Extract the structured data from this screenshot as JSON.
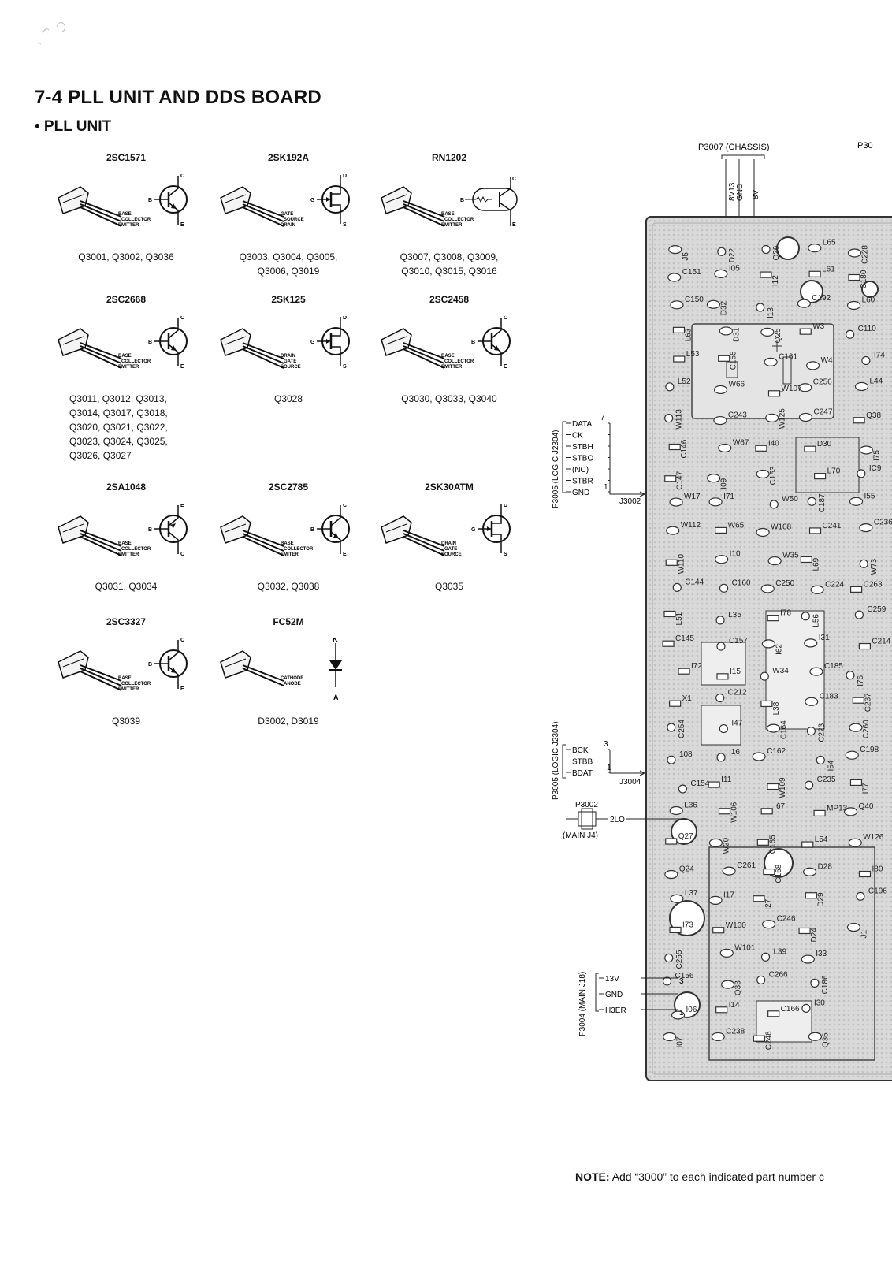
{
  "title": "7-4 PLL UNIT AND DDS BOARD",
  "subtitle": "• PLL UNIT",
  "parts": [
    {
      "name": "2SC1571",
      "type": "npn",
      "leads": [
        "BASE",
        "COLLECTOR",
        "EMITTER"
      ],
      "pins": [
        "C",
        "B",
        "E"
      ],
      "refs": [
        "Q3001, Q3002, Q3036"
      ]
    },
    {
      "name": "2SK192A",
      "type": "jfet",
      "leads": [
        "GATE",
        "SOURCE",
        "DRAIN"
      ],
      "pins": [
        "D",
        "G",
        "S"
      ],
      "refs": [
        "Q3003, Q3004, Q3005,",
        "Q3006, Q3019"
      ]
    },
    {
      "name": "RN1202",
      "type": "digital",
      "leads": [
        "BASE",
        "COLLECTOR",
        "EMITTER"
      ],
      "pins": [
        "C",
        "B",
        "E"
      ],
      "refs": [
        "Q3007, Q3008, Q3009,",
        "Q3010, Q3015, Q3016"
      ]
    },
    {
      "name": "2SC2668",
      "type": "npn",
      "leads": [
        "BASE",
        "COLLECTOR",
        "EMITTER"
      ],
      "pins": [
        "C",
        "B",
        "E"
      ],
      "refs": [
        "Q3011, Q3012, Q3013,",
        "Q3014, Q3017, Q3018,",
        "Q3020, Q3021, Q3022,",
        "Q3023, Q3024, Q3025,",
        "Q3026, Q3027"
      ]
    },
    {
      "name": "2SK125",
      "type": "jfet",
      "leads": [
        "DRAIN",
        "GATE",
        "SOURCE"
      ],
      "pins": [
        "D",
        "G",
        "S"
      ],
      "refs": [
        "Q3028"
      ]
    },
    {
      "name": "2SC2458",
      "type": "npn",
      "leads": [
        "BASE",
        "COLLECTOR",
        "EMITTER"
      ],
      "pins": [
        "C",
        "B",
        "E"
      ],
      "refs": [
        "Q3030, Q3033, Q3040"
      ]
    },
    {
      "name": "2SA1048",
      "type": "pnp",
      "leads": [
        "BASE",
        "COLLECTOR",
        "EMITTER"
      ],
      "pins": [
        "E",
        "B",
        "C"
      ],
      "refs": [
        "Q3031, Q3034"
      ]
    },
    {
      "name": "2SC2785",
      "type": "npn",
      "leads": [
        "BASE",
        "COLLECTOR",
        "EMITER"
      ],
      "pins": [
        "C",
        "B",
        "E"
      ],
      "refs": [
        "Q3032, Q3038"
      ]
    },
    {
      "name": "2SK30ATM",
      "type": "jfet",
      "leads": [
        "DRAIN",
        "GATE",
        "SOURCE"
      ],
      "pins": [
        "D",
        "G",
        "S"
      ],
      "refs": [
        "Q3035"
      ]
    },
    {
      "name": "2SC3327",
      "type": "npn",
      "leads": [
        "BASE",
        "COLLECTOR",
        "EMITTER"
      ],
      "pins": [
        "C",
        "B",
        "E"
      ],
      "refs": [
        "Q3039"
      ]
    },
    {
      "name": "FC52M",
      "type": "diode",
      "leads": [
        "CATHODE",
        "ANODE"
      ],
      "pins": [
        "K",
        "A"
      ],
      "refs": [
        "D3002, D3019"
      ]
    }
  ],
  "pcb": {
    "chassis_label": "P3007 (CHASSIS)",
    "top_right_label": "P30",
    "chassis_pins": [
      "8V13",
      "GND",
      "8V"
    ],
    "logic1": {
      "label": "P3005 (LOGIC J2304)",
      "signals": [
        "DATA",
        "CK",
        "STBH",
        "STBO",
        "(NC)",
        "STBR",
        "GND"
      ],
      "pin_top": "7",
      "pin_bottom": "1",
      "connector": "J3002"
    },
    "logic2": {
      "label": "P3005 (LOGIC J2304)",
      "signals": [
        "BCK",
        "STBB",
        "BDAT"
      ],
      "pin_top": "3",
      "pin_bottom": "1",
      "connector": "J3004"
    },
    "main4": {
      "label": "P3002",
      "signal": "2LO",
      "sublabel": "(MAIN J4)"
    },
    "main18": {
      "label": "P3004 (MAIN J18)",
      "signals": [
        "13V",
        "GND",
        "H3ER"
      ],
      "pin_top": "3",
      "pin_bottom": "1"
    },
    "components": [
      "J5",
      "C151",
      "C150",
      "L63",
      "L53",
      "L52",
      "W113",
      "C146",
      "C147",
      "W17",
      "W112",
      "W110",
      "C144",
      "L51",
      "C145",
      "I72",
      "X1",
      "C254",
      "108",
      "C154",
      "L36",
      "Q27",
      "Q24",
      "L37",
      "I73",
      "C255",
      "C156",
      "I06",
      "I07",
      "D22",
      "I05",
      "D32",
      "D31",
      "C155",
      "W66",
      "C243",
      "W67",
      "I09",
      "I71",
      "W65",
      "I10",
      "C160",
      "L35",
      "C157",
      "I15",
      "C212",
      "I47",
      "I16",
      "I11",
      "W106",
      "W20",
      "C261",
      "I17",
      "W100",
      "W101",
      "Q33",
      "I14",
      "C238",
      "Q26",
      "I12",
      "I13",
      "Q25",
      "C161",
      "W107",
      "W125",
      "I40",
      "C153",
      "W50",
      "W108",
      "W35",
      "C250",
      "I78",
      "I62",
      "W34",
      "L38",
      "C164",
      "C162",
      "W109",
      "I67",
      "C165",
      "C168",
      "I27",
      "C246",
      "L39",
      "C266",
      "C166",
      "C248",
      "L65",
      "L61",
      "C192",
      "W3",
      "W4",
      "C256",
      "C247",
      "D30",
      "L70",
      "C187",
      "C241",
      "L69",
      "C224",
      "L56",
      "I31",
      "C185",
      "C183",
      "C223",
      "I54",
      "C235",
      "MP13",
      "L54",
      "D28",
      "D29",
      "D24",
      "I33",
      "C186",
      "I30",
      "Q36",
      "C228",
      "C180",
      "L60",
      "C110",
      "I74",
      "L44",
      "Q38",
      "I75",
      "IC9",
      "I55",
      "C236",
      "W73",
      "C263",
      "C259",
      "C214",
      "I76",
      "C237",
      "C260",
      "C198",
      "I77",
      "Q40",
      "W126",
      "I80",
      "C196",
      "J1"
    ]
  },
  "note": {
    "bold": "NOTE:",
    "text": "Add “3000” to each indicated part number c"
  }
}
